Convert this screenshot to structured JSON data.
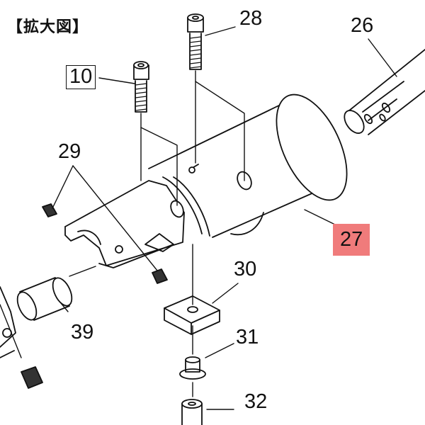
{
  "header": {
    "title": "【拡大図】"
  },
  "callouts": [
    {
      "id": "10",
      "text": "10",
      "boxed": true,
      "highlighted": false
    },
    {
      "id": "26",
      "text": "26",
      "boxed": false,
      "highlighted": false
    },
    {
      "id": "27",
      "text": "27",
      "boxed": false,
      "highlighted": true
    },
    {
      "id": "28",
      "text": "28",
      "boxed": false,
      "highlighted": false
    },
    {
      "id": "29",
      "text": "29",
      "boxed": false,
      "highlighted": false
    },
    {
      "id": "30",
      "text": "30",
      "boxed": false,
      "highlighted": false
    },
    {
      "id": "31",
      "text": "31",
      "boxed": false,
      "highlighted": false
    },
    {
      "id": "32",
      "text": "32",
      "boxed": false,
      "highlighted": false
    },
    {
      "id": "39",
      "text": "39",
      "boxed": false,
      "highlighted": false
    }
  ],
  "colors": {
    "highlight": "#f07b7b",
    "line": "#111111"
  }
}
